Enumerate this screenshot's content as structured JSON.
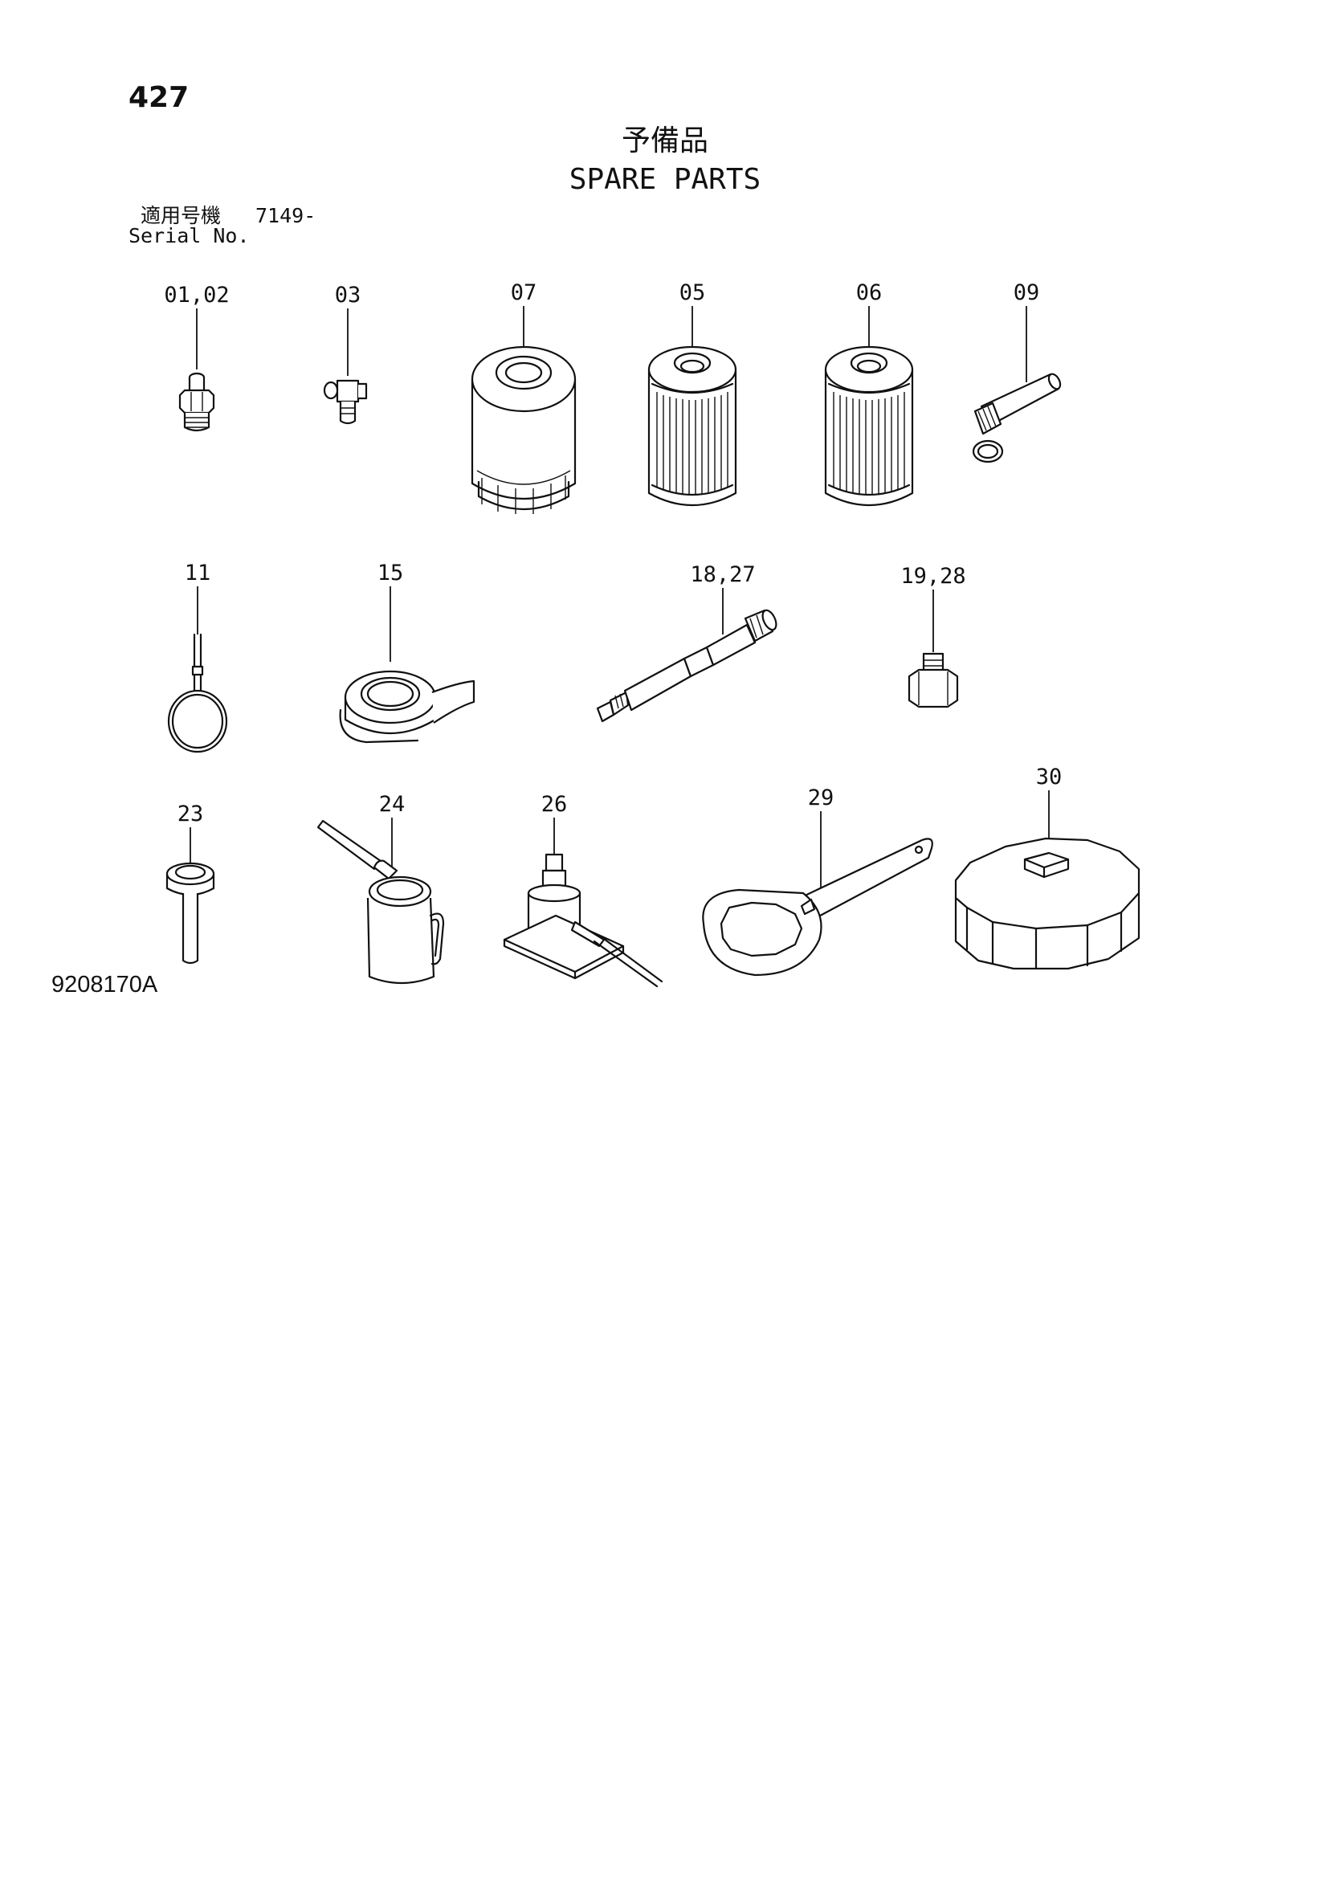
{
  "page_number": "427",
  "title_jp": "予備品",
  "title_en": "SPARE PARTS",
  "serial": {
    "label_jp": "適用号機",
    "value": "7149-",
    "label_en": "Serial No."
  },
  "drawing_number": "9208170A",
  "callouts": {
    "c0102": "01,02",
    "c03": "03",
    "c07": "07",
    "c05": "05",
    "c06": "06",
    "c09": "09",
    "c11": "11",
    "c15": "15",
    "c1827": "18,27",
    "c1928": "19,28",
    "c23": "23",
    "c24": "24",
    "c26": "26",
    "c29": "29",
    "c30": "30"
  }
}
